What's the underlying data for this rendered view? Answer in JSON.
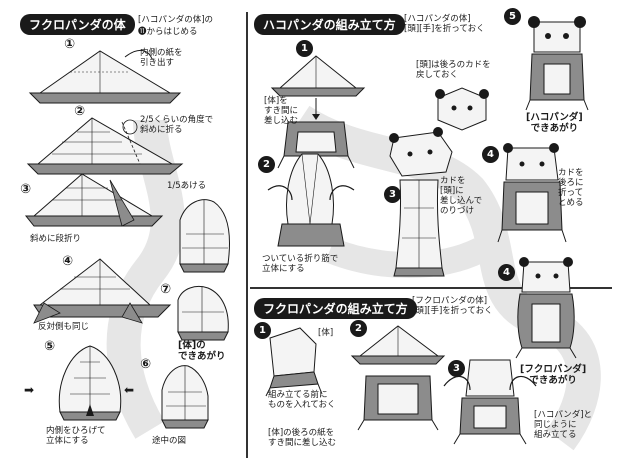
{
  "colors": {
    "ink": "#1a1a1a",
    "paper_dark": "#8a8a8a",
    "paper_light": "#f2f2f2",
    "swoosh": "#e4e4e4"
  },
  "left": {
    "title": "フクロパンダの体",
    "ref_line1": "[ハコパンダの体]の",
    "ref_line2_num": "⓫",
    "ref_line2": "からはじめる",
    "steps": [
      {
        "num": "①",
        "note": "内側の紙を\n引き出す"
      },
      {
        "num": "②",
        "note": "2/5くらいの角度で\n斜めに折る"
      },
      {
        "num": "③",
        "note": "斜めに段折り"
      },
      {
        "num": "④",
        "note": "反対側も同じ"
      },
      {
        "num": "⑤",
        "note": "内側をひろげて\n立体にする"
      },
      {
        "num": "⑥",
        "note": "途中の図"
      },
      {
        "num": "⑦",
        "note": "[体]の\nできあがり"
      }
    ],
    "one_fifth": "1/5あける"
  },
  "right_top": {
    "title": "ハコパンダの組み立て方",
    "ref": "[ハコパンダの体]\n[頭][手]を折っておく",
    "step1_note": "[体]を\nすき間に\n差し込む",
    "head_note": "[頭]は後ろのカドを\n戻しておく",
    "step2_note": "ついている折り筋で\n立体にする",
    "step3_note": "カドを\n[頭]に\n差し込んで\nのりづけ",
    "step4_note": "カドを\n後ろに\n折って\nとめる",
    "step5_caption": "[ハコパンダ]\nできあがり",
    "nums": [
      "1",
      "2",
      "3",
      "4",
      "5"
    ]
  },
  "right_bottom": {
    "title": "フクロパンダの組み立て方",
    "ref": "[フクロパンダの体]\n[頭][手]を折っておく",
    "body_label": "[体]",
    "step1_note": "組み立てる前に\nものを入れておく",
    "step2_note": "[体]の後ろの紙を\nすき間に差し込む",
    "step3_note": "[ハコパンダ]と\n同じように\n組み立てる",
    "step4_caption": "[フクロパンダ]\nできあがり",
    "nums": [
      "1",
      "2",
      "3",
      "4"
    ]
  }
}
